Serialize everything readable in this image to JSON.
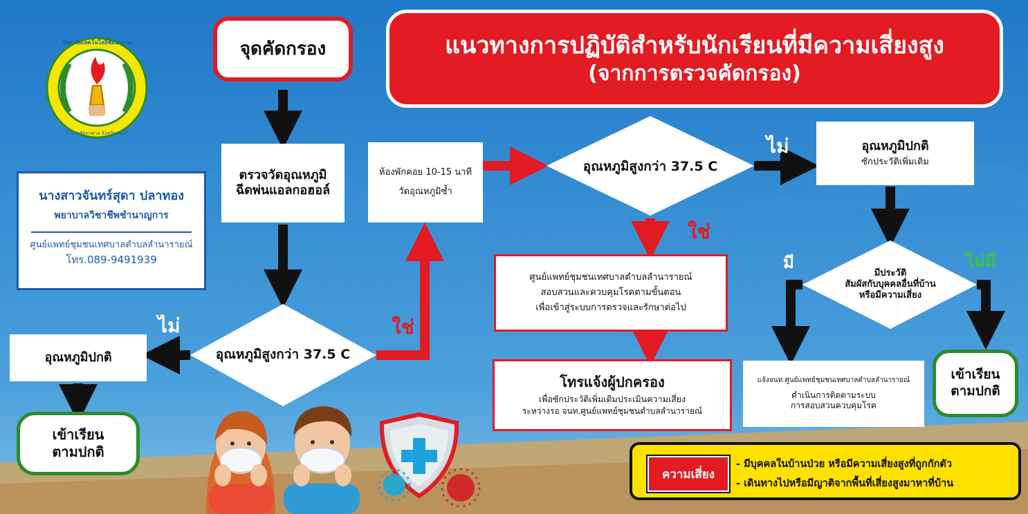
{
  "logo": {
    "arc_text_top": "วิทยาลัยเทคโนโลยีชัยบาดาล",
    "arc_text_bottom": "อำเภอชัยบาดาล จังหวัดลพบุรี",
    "icon": "torch-emblem-icon"
  },
  "title": {
    "line1": "แนวทางการปฏิบัติสำหรับนักเรียนที่มีความเสี่ยงสูง",
    "line2": "(จากการตรวจคัดกรอง)"
  },
  "contact": {
    "name": "นางสาวจันทร์สุดา ปลาทอง",
    "position": "พยาบาลวิชาชีพชำนาญการ",
    "org": "ศูนย์แพทย์ชุมชนเทศบาลตำบลลำนารายณ์",
    "phone": "โทร.089-9491939"
  },
  "flow": {
    "screening_point": "จุดคัดกรอง",
    "measure": {
      "line1": "ตรวจวัดอุณหภูมิ",
      "line2": "ฉีดพ่นแอลกอฮอล์"
    },
    "check1": "อุณหภูมิสูงกว่า 37.5 C",
    "normal_left": "อุณหภูมิปกติ",
    "attend_left": {
      "line1": "เข้าเรียน",
      "line2": "ตามปกติ"
    },
    "rest": {
      "line1": "ห้องพักคอย 10-15 นาที",
      "line2": "วัดอุณหภูมิซ้ำ"
    },
    "check2": "อุณหภูมิสูงกว่า 37.5 C",
    "normal_right": {
      "line1": "อุณหภูมิปกติ",
      "line2": "ซักประวัติเพิ่มเติม"
    },
    "history_check": {
      "line1": "มีประวัติ",
      "line2": "สัมผัสกับบุคคลอื่นที่บ้าน",
      "line3": "หรือมีความเสี่ยง"
    },
    "center_investigate": {
      "line1": "ศูนย์แพทย์ชุมชนเทศบาลตำบลลำนารายณ์",
      "line2": "สอบสวนและควบคุมโรคตามขั้นตอน",
      "line3": "เพื่อเข้าสู่ระบบการตรวจและรักษาต่อไป"
    },
    "call_parent": {
      "line1": "โทรแจ้งผู้ปกครอง",
      "line2": "เพื่อซักประวัติเพิ่มเติมประเมินความเสี่ยง",
      "line3": "ระหว่างรอ จนท.ศูนย์แพทย์ชุมชนตำบลลำนารายณ์"
    },
    "notify_staff": {
      "line1": "แจ้งจนท.ศูนย์แพทย์ชุมชนเทศบาลตำบลลำนารายณ์",
      "line2": "ดำเนินการติดตามระบบ",
      "line3": "การสอบสวนควบคุมโรค"
    },
    "attend_right": {
      "line1": "เข้าเรียน",
      "line2": "ตามปกติ"
    }
  },
  "labels": {
    "no_left": "ไม่",
    "yes_left": "ใช่",
    "no_right": "ไม่",
    "yes_right": "ใช่",
    "have": "มี",
    "have_not": "ไม่มี"
  },
  "legend": {
    "tag": "ความเสี่ยง",
    "item1": "- มีบุคคลในบ้านป่วย หรือมีความเสี่ยงสูงที่ถูกกักตัว",
    "item2": "- เดินทางไปหรือมีญาติจากพื้นที่เสี่ยงสูงมาหาที่บ้าน"
  },
  "illustration": {
    "icons": [
      "masked-girl-icon",
      "masked-boy-icon",
      "medical-shield-icon",
      "virus-icon"
    ]
  },
  "colors": {
    "background_blue": "#1f79c9",
    "accent_red": "#e31b23",
    "flow_black": "#111111",
    "label_green": "#2e8b2e",
    "legend_yellow": "#ffe100"
  }
}
